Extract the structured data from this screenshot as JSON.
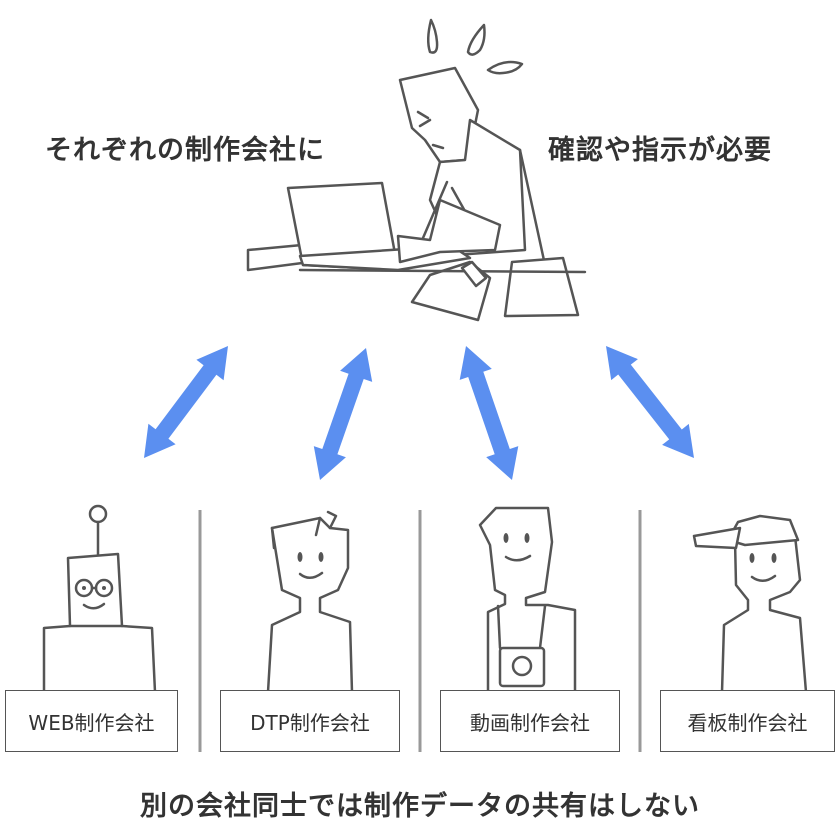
{
  "headings": {
    "left": "それぞれの制作会社に",
    "right": "確認や指示が必要"
  },
  "companies": [
    {
      "label": "WEB制作会社",
      "icon": "robot-person-icon"
    },
    {
      "label": "DTP制作会社",
      "icon": "person-icon"
    },
    {
      "label": "動画制作会社",
      "icon": "camera-person-icon"
    },
    {
      "label": "看板制作会社",
      "icon": "cap-person-icon"
    }
  ],
  "caption": "別の会社同士では制作データの共有はしない",
  "colors": {
    "arrow": "#5b8ff0",
    "line": "#555555",
    "separator": "#999999"
  }
}
